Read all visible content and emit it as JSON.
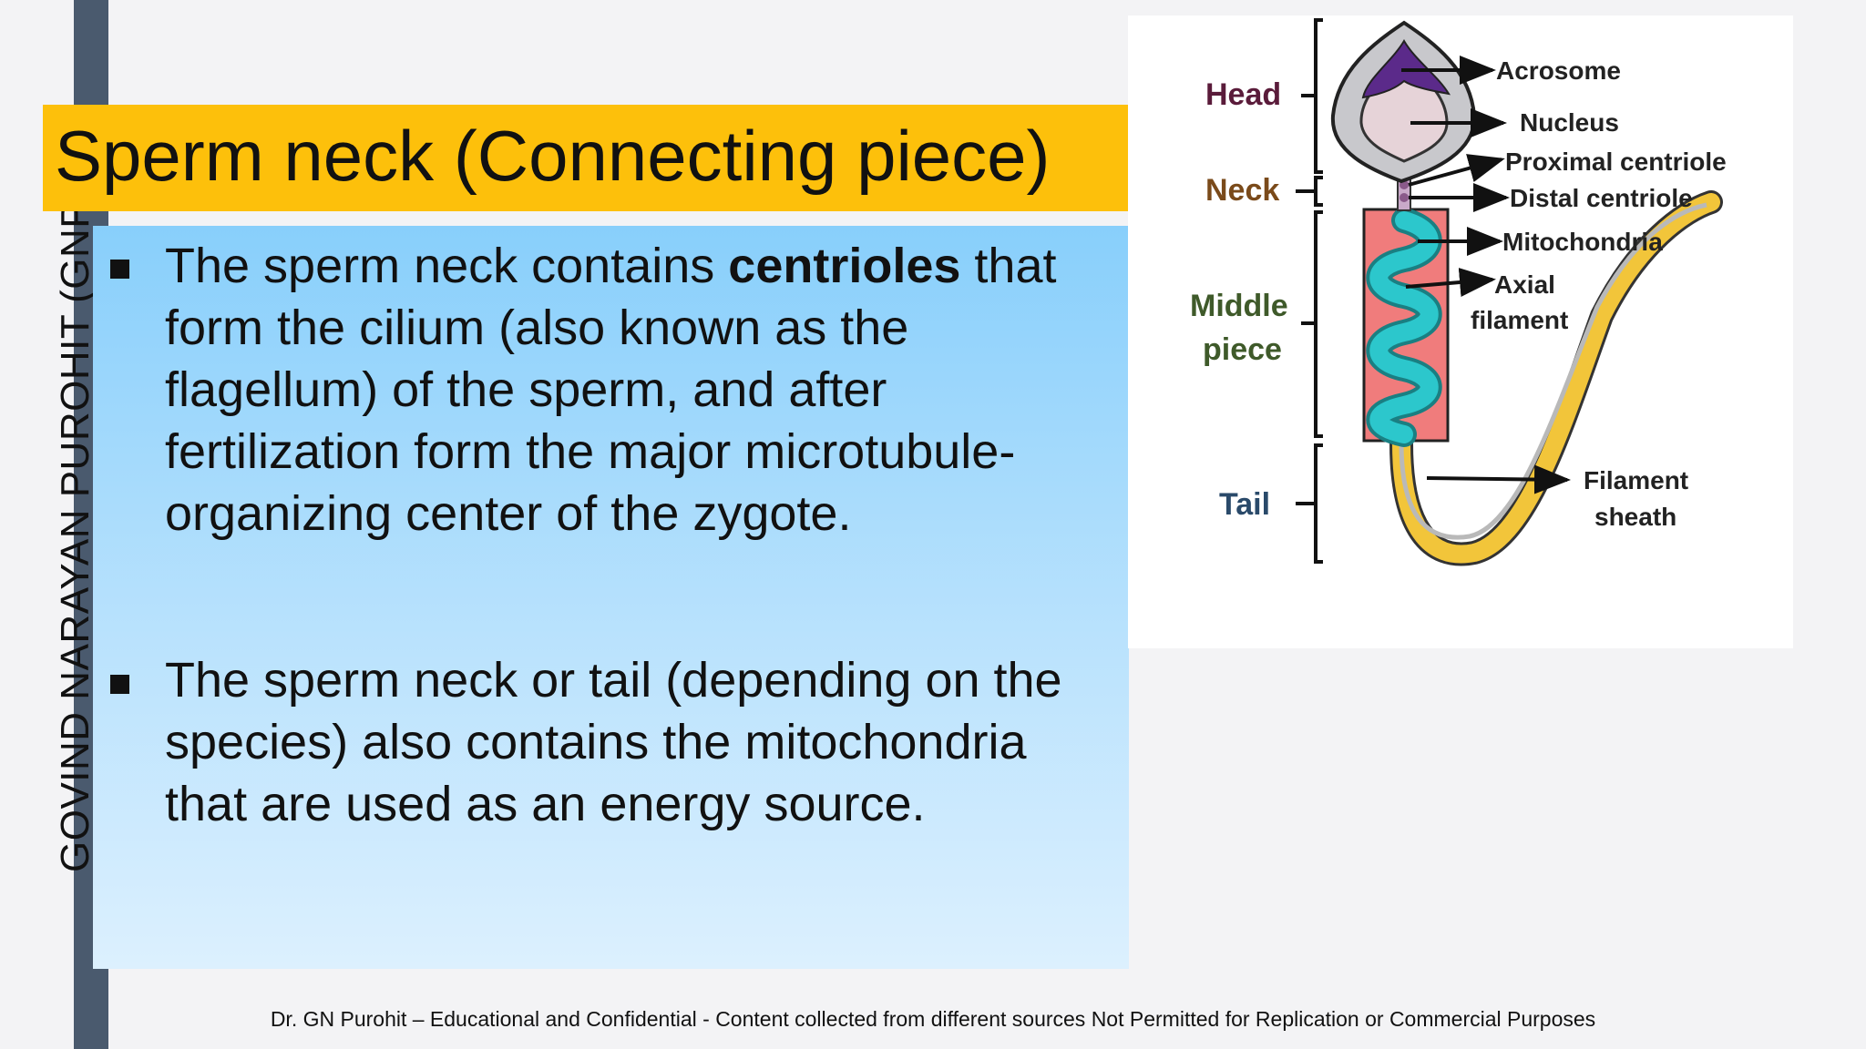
{
  "slide": {
    "author_vertical": "GOVIND NARAYAN PUROHIT (GNP Sir)",
    "title": "Sperm neck (Connecting piece)",
    "bullets": [
      {
        "pre": "The sperm neck contains ",
        "bold": "centrioles",
        "post": " that form the cilium (also known as the flagellum) of the sperm, and after fertilization form the major microtubule-organizing center of the zygote."
      },
      {
        "text": "The sperm neck or tail (depending on the species) also contains the mitochondria that are used as an energy source."
      }
    ],
    "footer": "Dr. GN Purohit – Educational and Confidential - Content  collected from different sources Not Permitted for Replication or Commercial Purposes"
  },
  "diagram": {
    "regions": {
      "head": "Head",
      "neck": "Neck",
      "middle_1": "Middle",
      "middle_2": "piece",
      "tail": "Tail"
    },
    "parts": {
      "acrosome": "Acrosome",
      "nucleus": "Nucleus",
      "proximal_centriole": "Proximal centriole",
      "distal_centriole": "Distal centriole",
      "mitochondria": "Mitochondria",
      "axial_1": "Axial",
      "axial_2": "filament",
      "filament_1": "Filament",
      "filament_2": "sheath"
    }
  },
  "colors": {
    "title_band": "#fdc00b",
    "side_bar": "#4a5a6e",
    "content_top": "#88cffb",
    "content_bottom": "#dcf0fe",
    "head_label": "#5a1b3a",
    "neck_label": "#7a4a1a",
    "middle_label": "#3f5a2a",
    "tail_label": "#2a4a6a",
    "acrosome": "#5b2a8a",
    "midpiece_box": "#f07c7c",
    "mitochondria": "#2cc7cc",
    "tail_sheath": "#f2c53a"
  }
}
